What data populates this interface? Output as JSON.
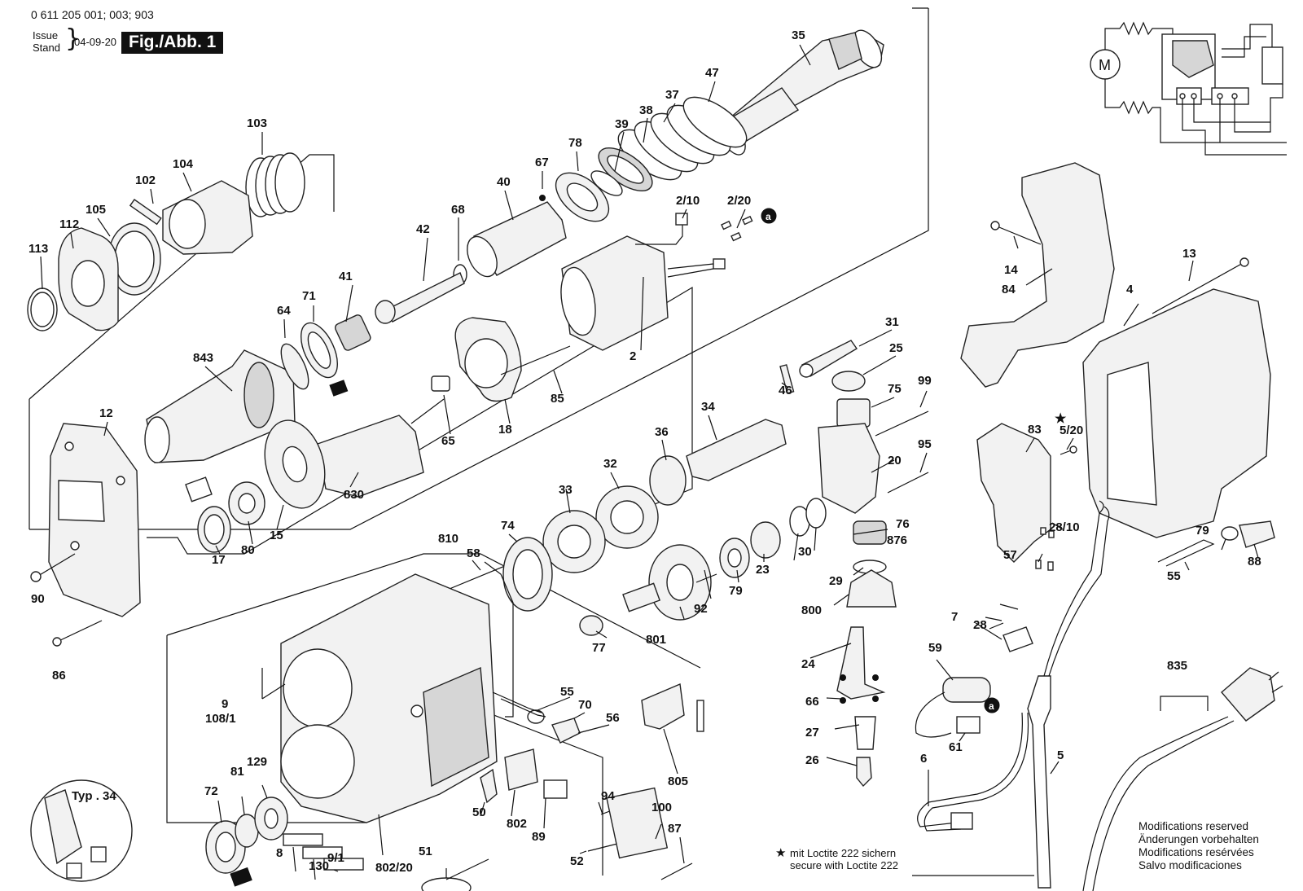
{
  "header": {
    "doc_id": "0 611 205 001; 003; 903",
    "issue_label": "Issue",
    "stand_label": "Stand",
    "date": "04-09-20",
    "figure_label": "Fig./Abb. 1"
  },
  "notes": {
    "lines": [
      "Modifications reserved",
      "Änderungen vorbehalten",
      "Modifications resérvées",
      "Salvo modificaciones"
    ]
  },
  "loctite": {
    "star": "★",
    "line1": "mit Loctite 222 sichern",
    "line2": "secure with Loctite 222"
  },
  "typ_label": "Typ . 34",
  "connector_marker": "a",
  "motor_label": "M",
  "star_marker": "★",
  "part_numbers": [
    "35",
    "47",
    "37",
    "38",
    "39",
    "78",
    "67",
    "40",
    "68",
    "42",
    "103",
    "104",
    "102",
    "105",
    "112",
    "113",
    "2/10",
    "2/20",
    "41",
    "71",
    "64",
    "843",
    "12",
    "85",
    "65",
    "18",
    "2",
    "830",
    "15",
    "80",
    "17",
    "90",
    "86",
    "31",
    "25",
    "46",
    "75",
    "99",
    "34",
    "36",
    "32",
    "33",
    "74",
    "810",
    "58",
    "20",
    "95",
    "76",
    "876",
    "30",
    "23",
    "79",
    "92",
    "801",
    "77",
    "29",
    "800",
    "24",
    "66",
    "27",
    "26",
    "9",
    "108/1",
    "55",
    "70",
    "56",
    "805",
    "72",
    "81",
    "129",
    "8",
    "130",
    "9/1",
    "802/20",
    "51",
    "50",
    "802",
    "89",
    "94",
    "52",
    "100",
    "87",
    "14",
    "84",
    "13",
    "4",
    "83",
    "5/20",
    "28/10",
    "57",
    "88",
    "7",
    "28",
    "59",
    "61",
    "6",
    "5",
    "835"
  ]
}
